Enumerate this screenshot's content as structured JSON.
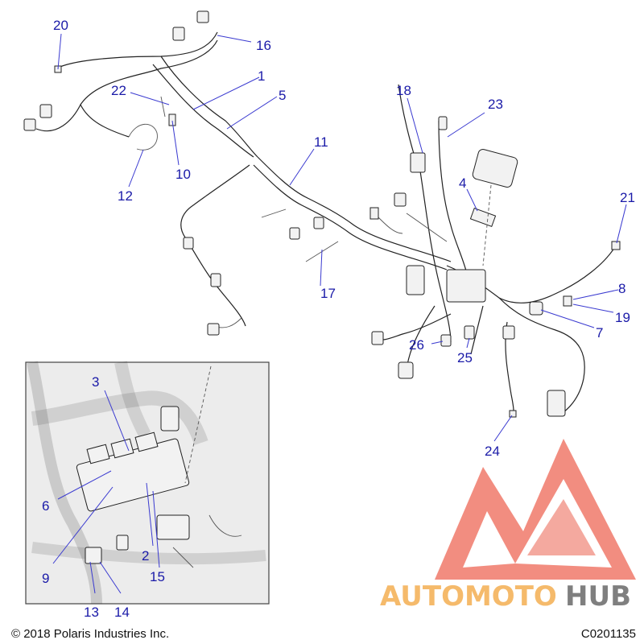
{
  "callouts": {
    "c1": "1",
    "c2": "2",
    "c3": "3",
    "c4": "4",
    "c5": "5",
    "c6": "6",
    "c7": "7",
    "c8": "8",
    "c9": "9",
    "c10": "10",
    "c11": "11",
    "c12": "12",
    "c13": "13",
    "c14": "14",
    "c15": "15",
    "c16": "16",
    "c17": "17",
    "c18": "18",
    "c19": "19",
    "c20": "20",
    "c21": "21",
    "c22": "22",
    "c23": "23",
    "c24": "24",
    "c25": "25",
    "c26": "26"
  },
  "watermark": {
    "part1": "AUTOMOTO",
    "part2": "HUB",
    "color_primary": "#e8412c",
    "color_secondary": "#f2a33a",
    "color_dark": "#555555"
  },
  "footer": {
    "copyright": "© 2018 Polaris Industries Inc.",
    "code": "C0201135"
  },
  "colors": {
    "callout": "#1a1aa8",
    "line": "#222222"
  }
}
